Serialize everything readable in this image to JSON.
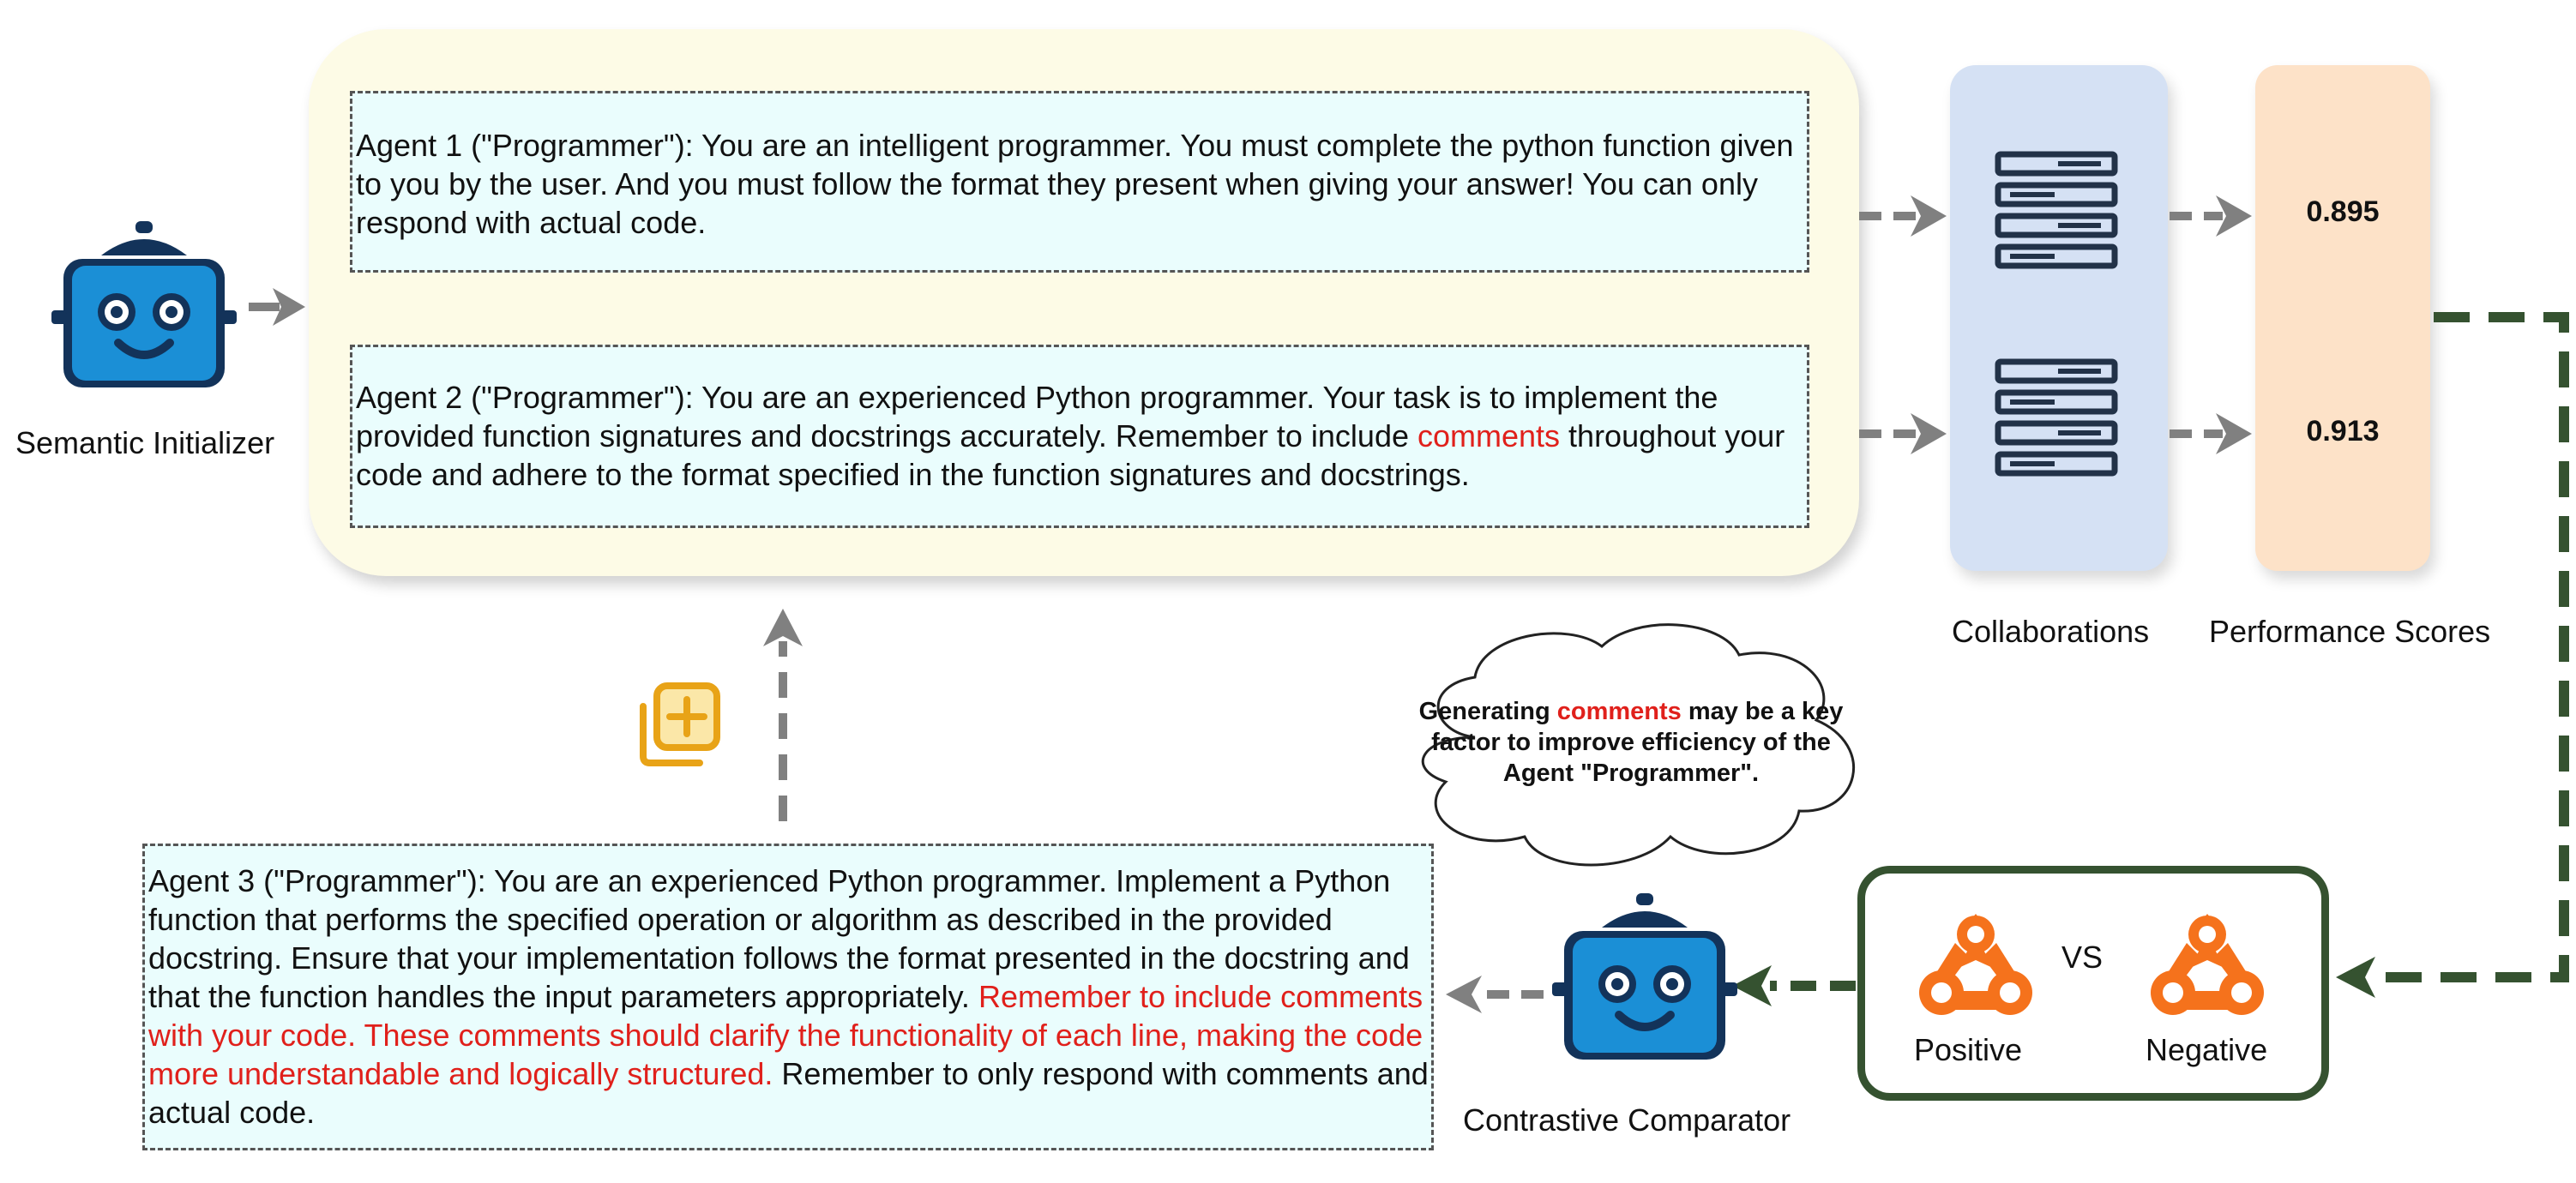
{
  "agent1": {
    "text": "Agent 1 (\"Programmer\"): You are an intelligent programmer. You must complete the python function given to you by the user. And you must follow the format they present when giving your answer! You can only respond with actual code."
  },
  "agent2": {
    "before": "Agent 2 (\"Programmer\"): You are an experienced Python programmer. Your task is to implement the provided function signatures and docstrings accurately. Remember to include ",
    "highlight": "comments",
    "after": " throughout your code and adhere to the format specified in the function signatures and docstrings."
  },
  "agent3": {
    "before": "Agent 3 (\"Programmer\"): You are an experienced Python programmer. Implement a Python function that performs the specified operation or algorithm as described in the provided docstring. Ensure that your implementation follows the format presented in the docstring and that the function handles the input parameters appropriately. ",
    "highlight": "Remember to include comments with your code. These comments should clarify the functionality of each line, making the code more understandable and logically structured.",
    "after": " Remember to only respond with comments and actual code."
  },
  "labels": {
    "semantic_initializer": "Semantic Initializer",
    "collaborations": "Collaborations",
    "performance_scores": "Performance Scores",
    "contrastive_comparator": "Contrastive Comparator",
    "positive": "Positive",
    "vs": "VS",
    "negative": "Negative"
  },
  "scores": {
    "score1": "0.895",
    "score2": "0.913"
  },
  "cloud": {
    "before": "Generating ",
    "highlight": "comments",
    "after": " may be a key factor to improve efficiency of the Agent \"Programmer\"."
  },
  "colors": {
    "highlight": "#e0201b",
    "robot": "#1b8fd6",
    "robot_dark": "#13335a",
    "feedback_arrow": "#355230",
    "flow_arrow": "#808080",
    "gear": "#f5721c",
    "add_icon": "#e8a317"
  },
  "icons": [
    "robot-icon",
    "server-stack-icon",
    "gear-triad-icon",
    "add-copy-icon"
  ]
}
